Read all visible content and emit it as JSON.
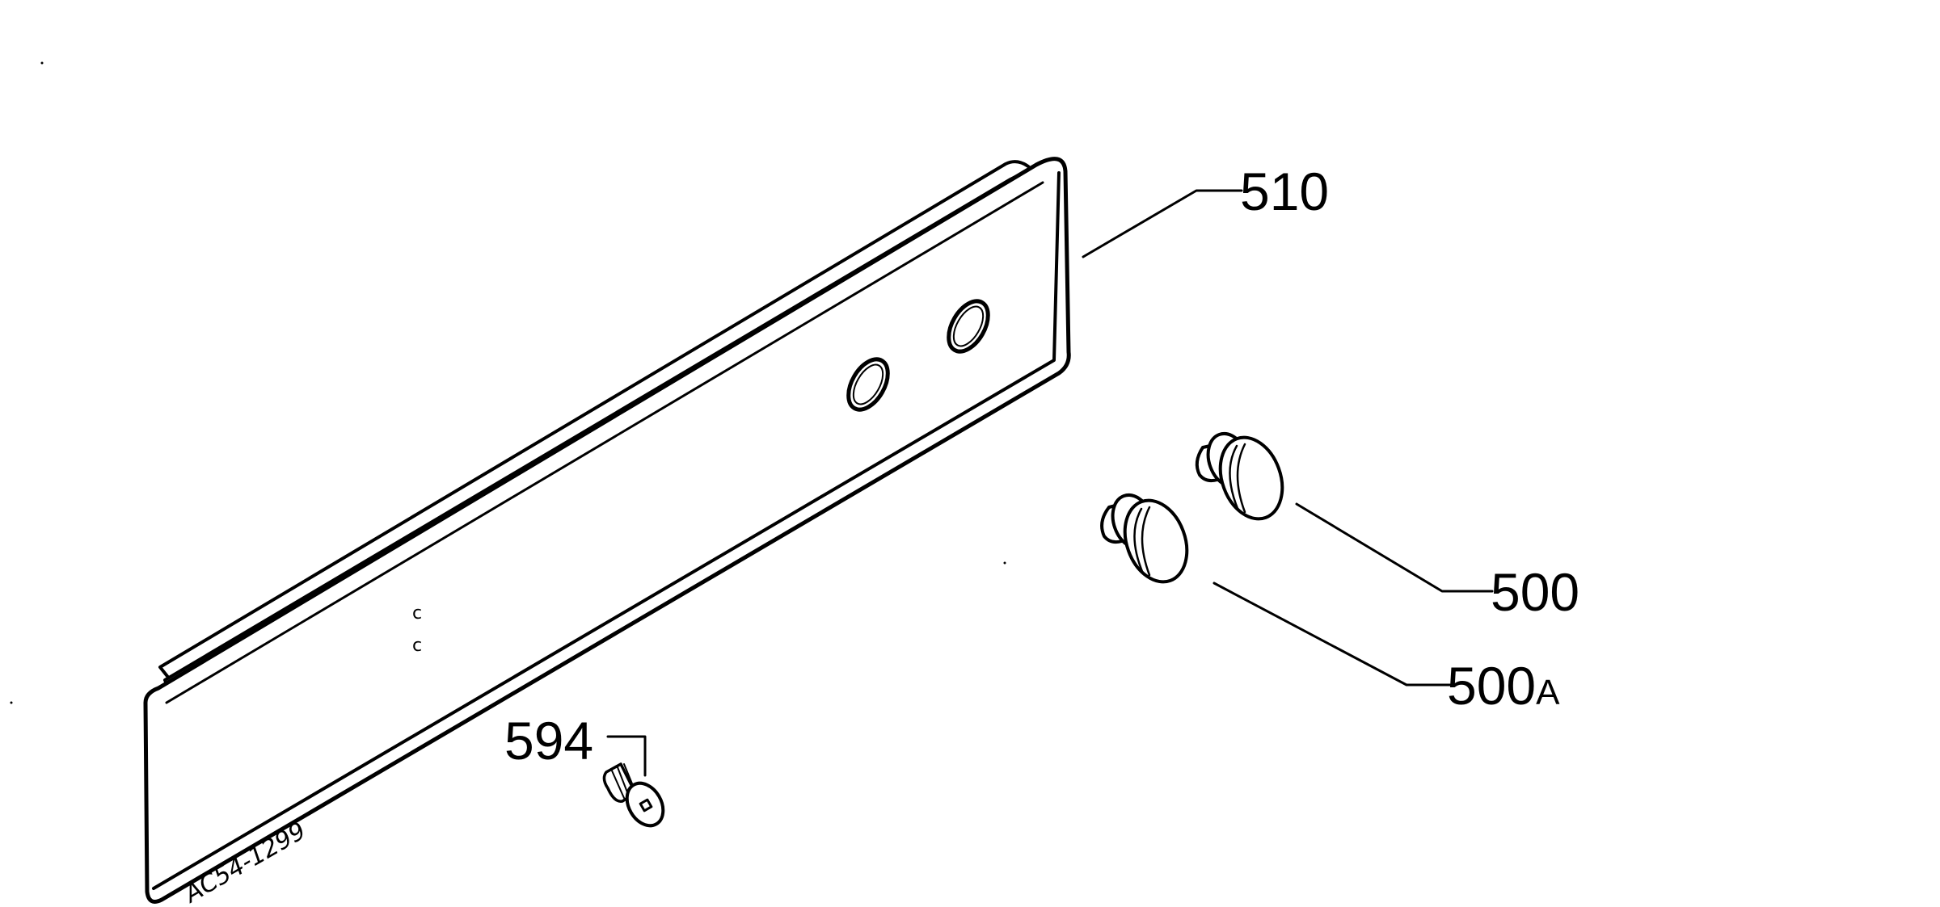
{
  "diagram": {
    "drawing_code": "AC54-1299",
    "callouts": [
      {
        "id": "510",
        "label": "510"
      },
      {
        "id": "500",
        "label": "500"
      },
      {
        "id": "500A",
        "label": "500",
        "suffix": "A"
      },
      {
        "id": "594",
        "label": "594"
      }
    ]
  }
}
